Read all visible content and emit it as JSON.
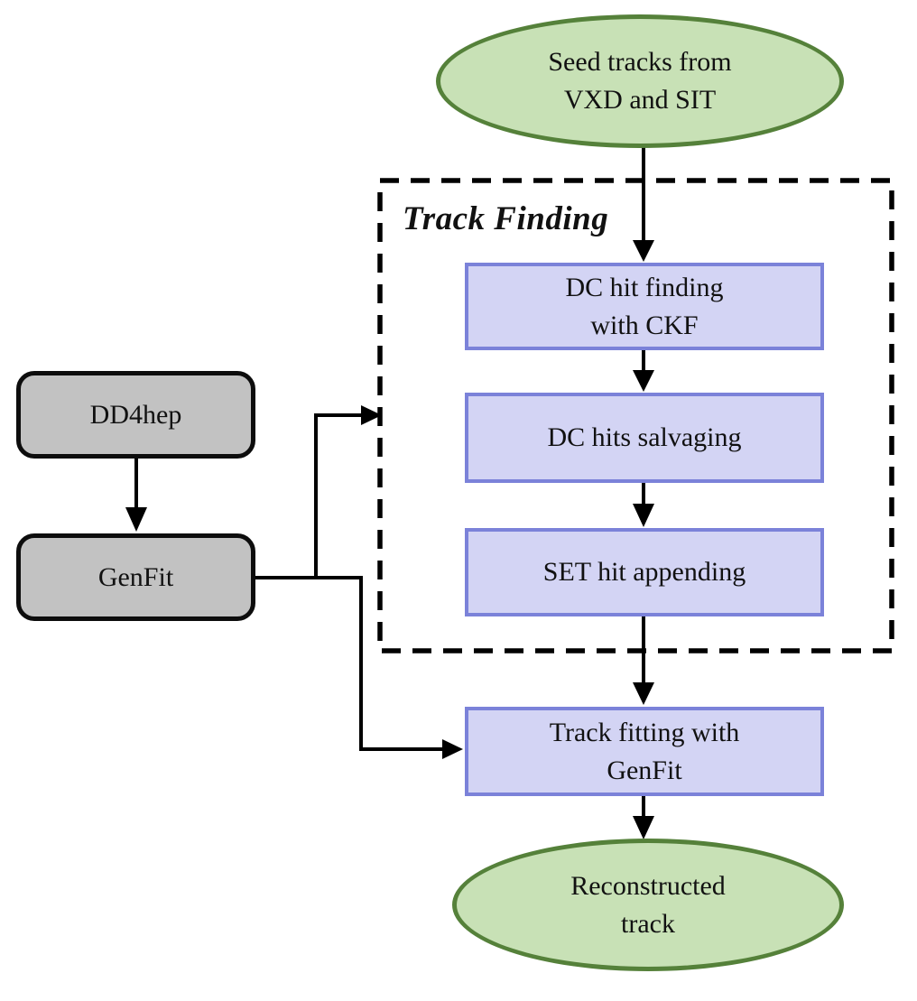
{
  "group": {
    "label": "Track Finding"
  },
  "nodes": {
    "seed_tracks": {
      "type": "terminal",
      "label": "Seed tracks from\nVXD and SIT"
    },
    "dc_hit_finding": {
      "type": "process",
      "label": "DC hit finding\nwith CKF"
    },
    "dc_hits_salvaging": {
      "type": "process",
      "label": "DC hits salvaging"
    },
    "set_hit_appending": {
      "type": "process",
      "label": "SET hit appending"
    },
    "track_fitting": {
      "type": "process",
      "label": "Track fitting with\nGenFit"
    },
    "dd4hep": {
      "type": "external",
      "label": "DD4hep"
    },
    "genfit": {
      "type": "external",
      "label": "GenFit"
    },
    "reconstructed_track": {
      "type": "terminal",
      "label": "Reconstructed\ntrack"
    }
  },
  "edges": [
    {
      "from": "seed_tracks",
      "to": "dc_hit_finding"
    },
    {
      "from": "dc_hit_finding",
      "to": "dc_hits_salvaging"
    },
    {
      "from": "dc_hits_salvaging",
      "to": "set_hit_appending"
    },
    {
      "from": "set_hit_appending",
      "to": "track_fitting"
    },
    {
      "from": "track_fitting",
      "to": "reconstructed_track"
    },
    {
      "from": "dd4hep",
      "to": "genfit"
    },
    {
      "from": "genfit",
      "to": "track_finding_group"
    },
    {
      "from": "genfit",
      "to": "track_fitting"
    }
  ],
  "colors": {
    "terminal_fill": "#c8e1b6",
    "terminal_border": "#55813a",
    "process_fill": "#d3d4f4",
    "process_border": "#7b82d9",
    "external_fill": "#c2c2c2",
    "external_border": "#0d0d0d",
    "arrow": "#000000",
    "group_border": "#000000"
  }
}
